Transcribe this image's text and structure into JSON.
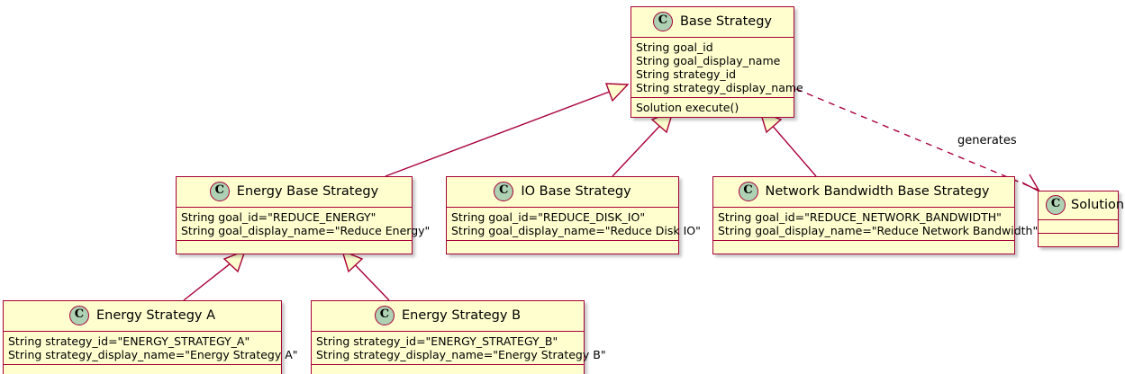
{
  "diagram": {
    "type": "uml-class-diagram",
    "colors": {
      "background": "#FFFFFF",
      "class_fill": "#FEFECE",
      "class_border": "#A80036",
      "icon_fill": "#ADD1B2",
      "line": "#A80036"
    },
    "class_icon_letter": "C"
  },
  "classes": {
    "base_strategy": {
      "name": "Base Strategy",
      "attributes": [
        "String goal_id",
        "String goal_display_name",
        "String strategy_id",
        "String strategy_display_name"
      ],
      "methods": [
        "Solution execute()"
      ]
    },
    "energy_base_strategy": {
      "name": "Energy Base Strategy",
      "attributes": [
        "String goal_id=\"REDUCE_ENERGY\"",
        "String goal_display_name=\"Reduce Energy\""
      ],
      "methods": []
    },
    "io_base_strategy": {
      "name": "IO Base Strategy",
      "attributes": [
        "String goal_id=\"REDUCE_DISK_IO\"",
        "String goal_display_name=\"Reduce Disk IO\""
      ],
      "methods": []
    },
    "network_bandwidth_base_strategy": {
      "name": "Network Bandwidth Base Strategy",
      "attributes": [
        "String goal_id=\"REDUCE_NETWORK_BANDWIDTH\"",
        "String goal_display_name=\"Reduce Network Bandwidth\""
      ],
      "methods": []
    },
    "energy_strategy_a": {
      "name": "Energy Strategy A",
      "attributes": [
        "String strategy_id=\"ENERGY_STRATEGY_A\"",
        "String strategy_display_name=\"Energy Strategy A\""
      ],
      "methods": []
    },
    "energy_strategy_b": {
      "name": "Energy Strategy B",
      "attributes": [
        "String strategy_id=\"ENERGY_STRATEGY_B\"",
        "String strategy_display_name=\"Energy Strategy B\""
      ],
      "methods": []
    },
    "solution": {
      "name": "Solution",
      "attributes": [],
      "methods": []
    }
  },
  "relationships": [
    {
      "id": "energy-base-extends-base",
      "from": "Energy Base Strategy",
      "to": "Base Strategy",
      "kind": "inheritance",
      "label": ""
    },
    {
      "id": "io-base-extends-base",
      "from": "IO Base Strategy",
      "to": "Base Strategy",
      "kind": "inheritance",
      "label": ""
    },
    {
      "id": "network-base-extends-base",
      "from": "Network Bandwidth Base Strategy",
      "to": "Base Strategy",
      "kind": "inheritance",
      "label": ""
    },
    {
      "id": "energy-a-extends-energy-base",
      "from": "Energy Strategy A",
      "to": "Energy Base Strategy",
      "kind": "inheritance",
      "label": ""
    },
    {
      "id": "energy-b-extends-energy-base",
      "from": "Energy Strategy B",
      "to": "Energy Base Strategy",
      "kind": "inheritance",
      "label": ""
    },
    {
      "id": "base-generates-solution",
      "from": "Base Strategy",
      "to": "Solution",
      "kind": "dependency",
      "label": "generates"
    }
  ]
}
